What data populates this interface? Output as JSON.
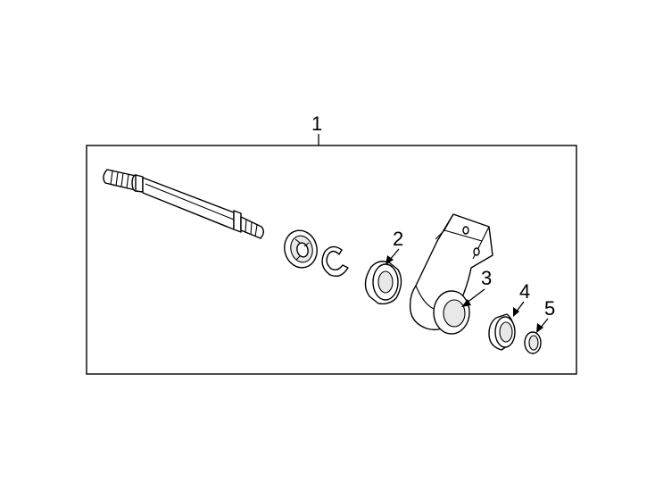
{
  "diagram": {
    "callouts": [
      {
        "id": "1",
        "text": "1"
      },
      {
        "id": "2",
        "text": "2"
      },
      {
        "id": "3",
        "text": "3"
      },
      {
        "id": "4",
        "text": "4"
      },
      {
        "id": "5",
        "text": "5"
      }
    ],
    "colors": {
      "line": "#000000",
      "background": "#ffffff"
    }
  }
}
